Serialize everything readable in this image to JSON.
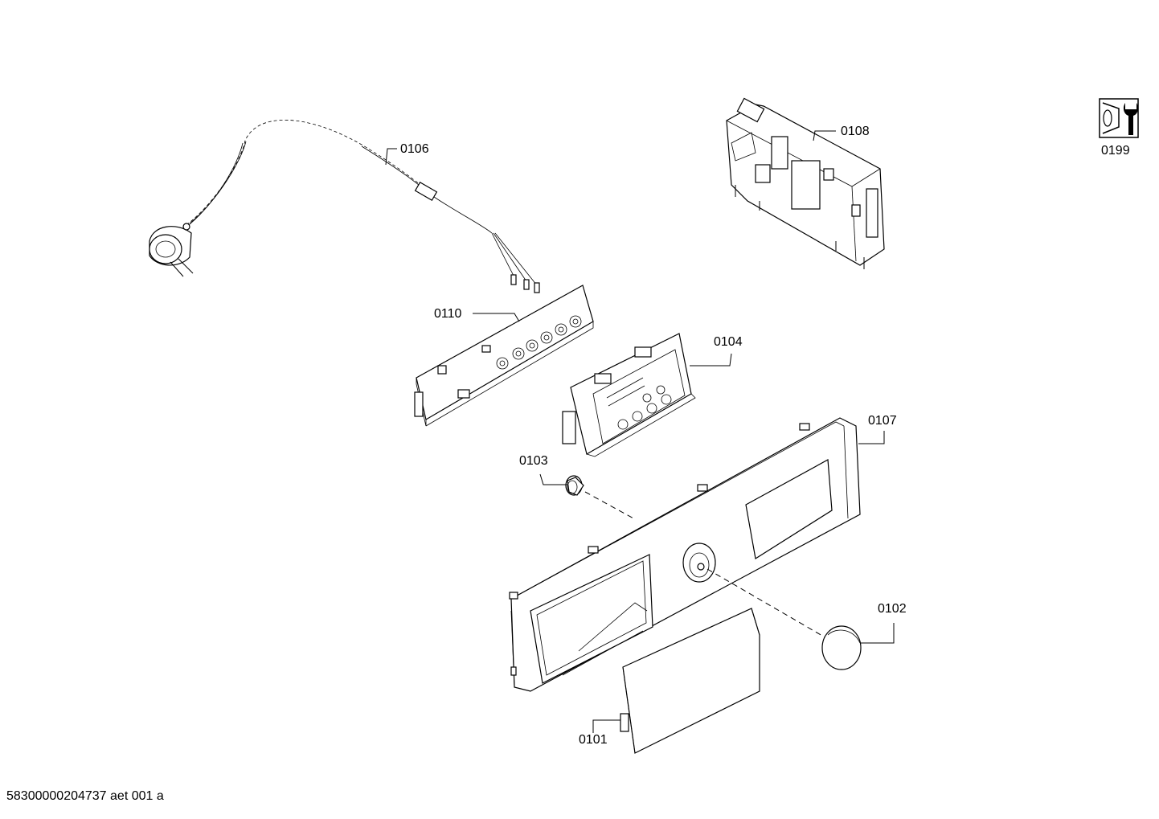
{
  "callouts": {
    "c0106": "0106",
    "c0108": "0108",
    "c0199": "0199",
    "c0110": "0110",
    "c0104": "0104",
    "c0107": "0107",
    "c0103": "0103",
    "c0102": "0102",
    "c0101": "0101"
  },
  "footer": {
    "drawing_id": "58300000204737 aet 001 a"
  },
  "icons": {
    "service": "service-tools-icon"
  }
}
